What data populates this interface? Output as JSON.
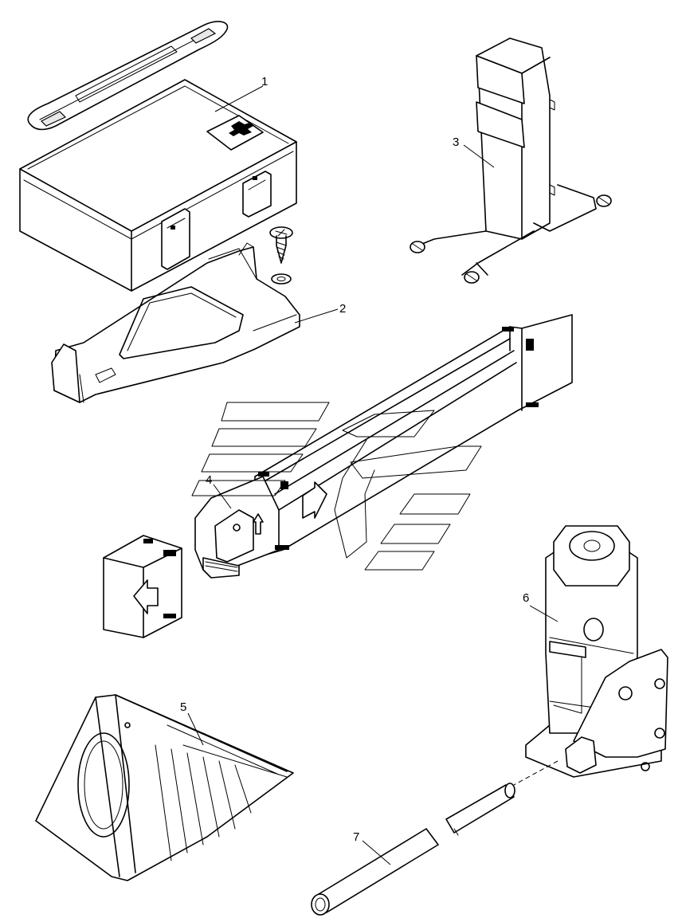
{
  "callouts": [
    {
      "id": "1",
      "text": "1"
    },
    {
      "id": "2",
      "text": "2"
    },
    {
      "id": "3",
      "text": "3"
    },
    {
      "id": "4",
      "text": "4"
    },
    {
      "id": "5",
      "text": "5"
    },
    {
      "id": "6",
      "text": "6"
    },
    {
      "id": "7",
      "text": "7"
    }
  ],
  "parts": [
    {
      "callout": "1",
      "icon": "first-aid-kit-icon"
    },
    {
      "callout": "2",
      "icon": "kit-bracket-icon"
    },
    {
      "callout": "3",
      "icon": "warning-lamp-holder-icon"
    },
    {
      "callout": "4",
      "icon": "warning-triangle-icon"
    },
    {
      "callout": "5",
      "icon": "wheel-chock-icon"
    },
    {
      "callout": "6",
      "icon": "bottle-jack-icon"
    },
    {
      "callout": "7",
      "icon": "jack-handle-icon"
    }
  ]
}
